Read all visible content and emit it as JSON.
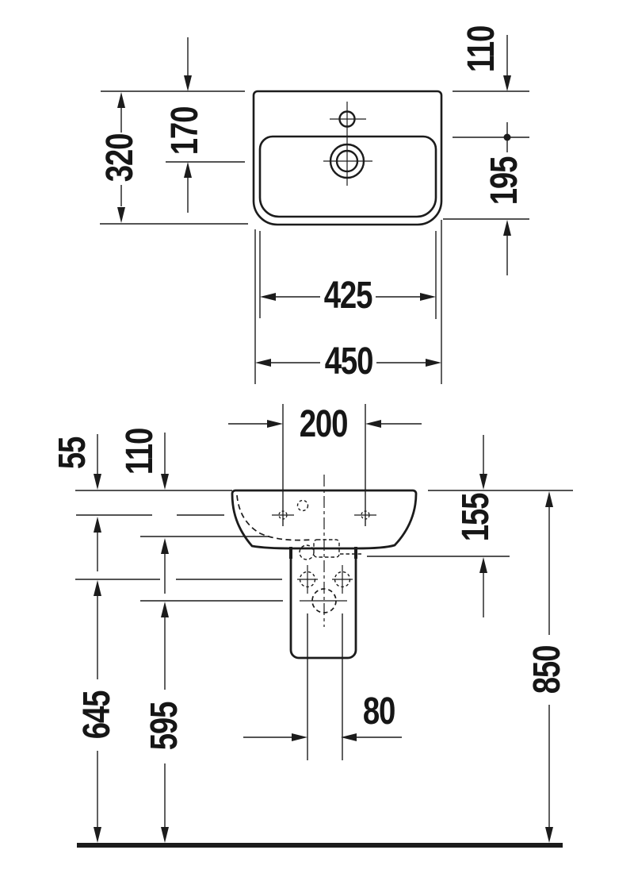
{
  "drawing": {
    "type": "technical-dimension-drawing",
    "subject": "wall-mounted handrinse washbasin with siphon cover, plan view and front elevation",
    "line_color": "#1c1c1c",
    "background_color": "#ffffff"
  },
  "dims": {
    "plan": {
      "depth_overall": "320",
      "drain_axis_from_rear": "170",
      "tap_ledge_depth": "110",
      "bowl_inner_depth": "195",
      "bowl_inner_width": "425",
      "width_overall": "450"
    },
    "front": {
      "fixing_hole_spacing": "200",
      "rim_to_fixing_holes": "55",
      "rim_to_bowl_bottom": "110",
      "body_height": "155",
      "rim_height_from_floor": "850",
      "lower_fixing_height": "645",
      "outlet_axis_height": "595",
      "outlet_width": "80"
    }
  }
}
